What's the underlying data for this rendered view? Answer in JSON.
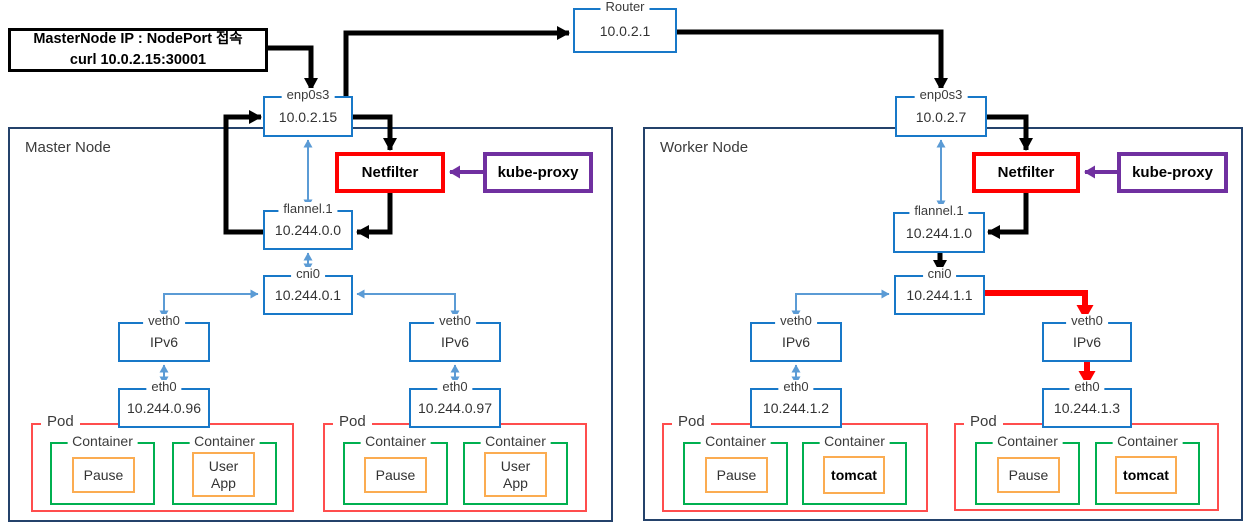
{
  "info_box": {
    "line1": "MasterNode IP : NodePort 접속",
    "line2": "curl 10.0.2.15:30001"
  },
  "router": {
    "label": "Router",
    "ip": "10.0.2.1"
  },
  "master": {
    "title": "Master Node",
    "enp0s3": {
      "label": "enp0s3",
      "ip": "10.0.2.15"
    },
    "netfilter_label": "Netfilter",
    "kube_proxy_label": "kube-proxy",
    "flannel": {
      "label": "flannel.1",
      "ip": "10.244.0.0"
    },
    "cni0": {
      "label": "cni0",
      "ip": "10.244.0.1"
    },
    "veth_left": {
      "label": "veth0",
      "ip": "IPv6"
    },
    "veth_right": {
      "label": "veth0",
      "ip": "IPv6"
    },
    "eth_left": {
      "label": "eth0",
      "ip": "10.244.0.96"
    },
    "eth_right": {
      "label": "eth0",
      "ip": "10.244.0.97"
    },
    "pod_left": {
      "label": "Pod",
      "container1": {
        "label": "Container",
        "app": "Pause"
      },
      "container2": {
        "label": "Container",
        "app": "User App"
      }
    },
    "pod_right": {
      "label": "Pod",
      "container1": {
        "label": "Container",
        "app": "Pause"
      },
      "container2": {
        "label": "Container",
        "app": "User App"
      }
    }
  },
  "worker": {
    "title": "Worker Node",
    "enp0s3": {
      "label": "enp0s3",
      "ip": "10.0.2.7"
    },
    "netfilter_label": "Netfilter",
    "kube_proxy_label": "kube-proxy",
    "flannel": {
      "label": "flannel.1",
      "ip": "10.244.1.0"
    },
    "cni0": {
      "label": "cni0",
      "ip": "10.244.1.1"
    },
    "veth_left": {
      "label": "veth0",
      "ip": "IPv6"
    },
    "veth_right": {
      "label": "veth0",
      "ip": "IPv6"
    },
    "eth_left": {
      "label": "eth0",
      "ip": "10.244.1.2"
    },
    "eth_right": {
      "label": "eth0",
      "ip": "10.244.1.3"
    },
    "pod_left": {
      "label": "Pod",
      "container1": {
        "label": "Container",
        "app": "Pause"
      },
      "container2": {
        "label": "Container",
        "app": "tomcat"
      }
    },
    "pod_right": {
      "label": "Pod",
      "container1": {
        "label": "Container",
        "app": "Pause"
      },
      "container2": {
        "label": "Container",
        "app": "tomcat"
      }
    }
  },
  "colors": {
    "interface_box_blue": "#1878C8",
    "node_border_navy": "#24426B",
    "pod_border_red": "#FF4D4D",
    "container_border_green": "#00B050",
    "app_border_orange": "#FBAC51",
    "netfilter_border_red": "#FF0000",
    "kube_proxy_border_purple": "#7030A0",
    "flow_arrow_black": "#000000",
    "flow_arrow_red": "#FF0000",
    "link_arrow_blue": "#5B9BD5"
  }
}
